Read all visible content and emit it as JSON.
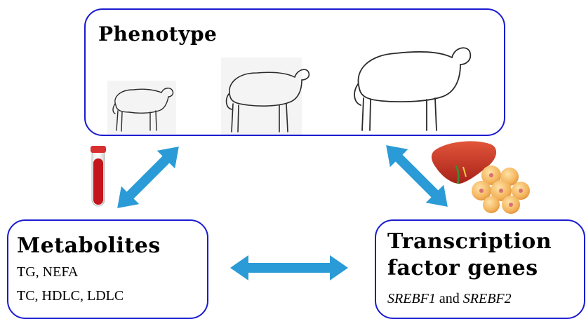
{
  "phenotype": {
    "title": "Phenotype"
  },
  "metabolites": {
    "title": "Metabolites",
    "line1": "TG, NEFA",
    "line2": "TC, HDLC, LDLC"
  },
  "transcription": {
    "title_line1": "Transcription",
    "title_line2": "factor genes",
    "gene1": "SREBF1",
    "connector": " and ",
    "gene2": "SREBF2"
  },
  "colors": {
    "box_border": "#1a1ad0",
    "arrow": "#2a9bd6",
    "blood": "#c4141c",
    "liver": "#c8321e",
    "fat": "#f4b45c"
  }
}
